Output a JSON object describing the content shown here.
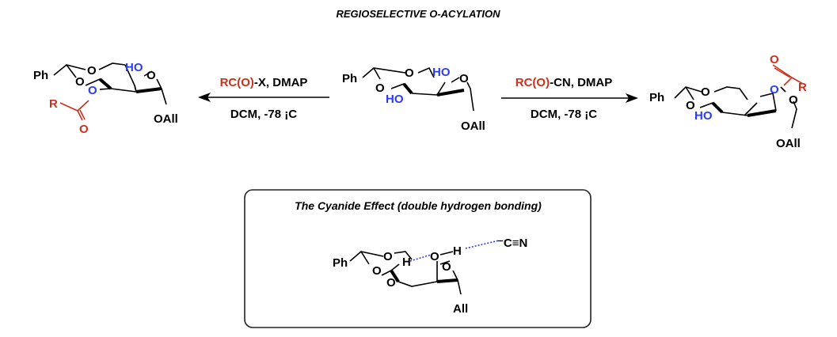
{
  "title": "REGIOSELECTIVE O-ACYLATION",
  "colors": {
    "acyl": "#c8321e",
    "hydroxyl": "#2b3df0"
  },
  "left_reaction": {
    "reagent_acyl": "RC(O)",
    "reagent_rest": "-X, DMAP",
    "conditions": "DCM, -78 ¡C"
  },
  "right_reaction": {
    "reagent_acyl": "RC(O)",
    "reagent_rest": "-CN, DMAP",
    "conditions": "DCM, -78 ¡C"
  },
  "labels": {
    "ph": "Ph",
    "o": "O",
    "ho": "HO",
    "oall": "OAll",
    "r": "R",
    "h": "H",
    "all": "All",
    "cyanide": "⁻C≡N"
  },
  "inset": {
    "title": "The Cyanide Effect (double hydrogen bonding)"
  }
}
